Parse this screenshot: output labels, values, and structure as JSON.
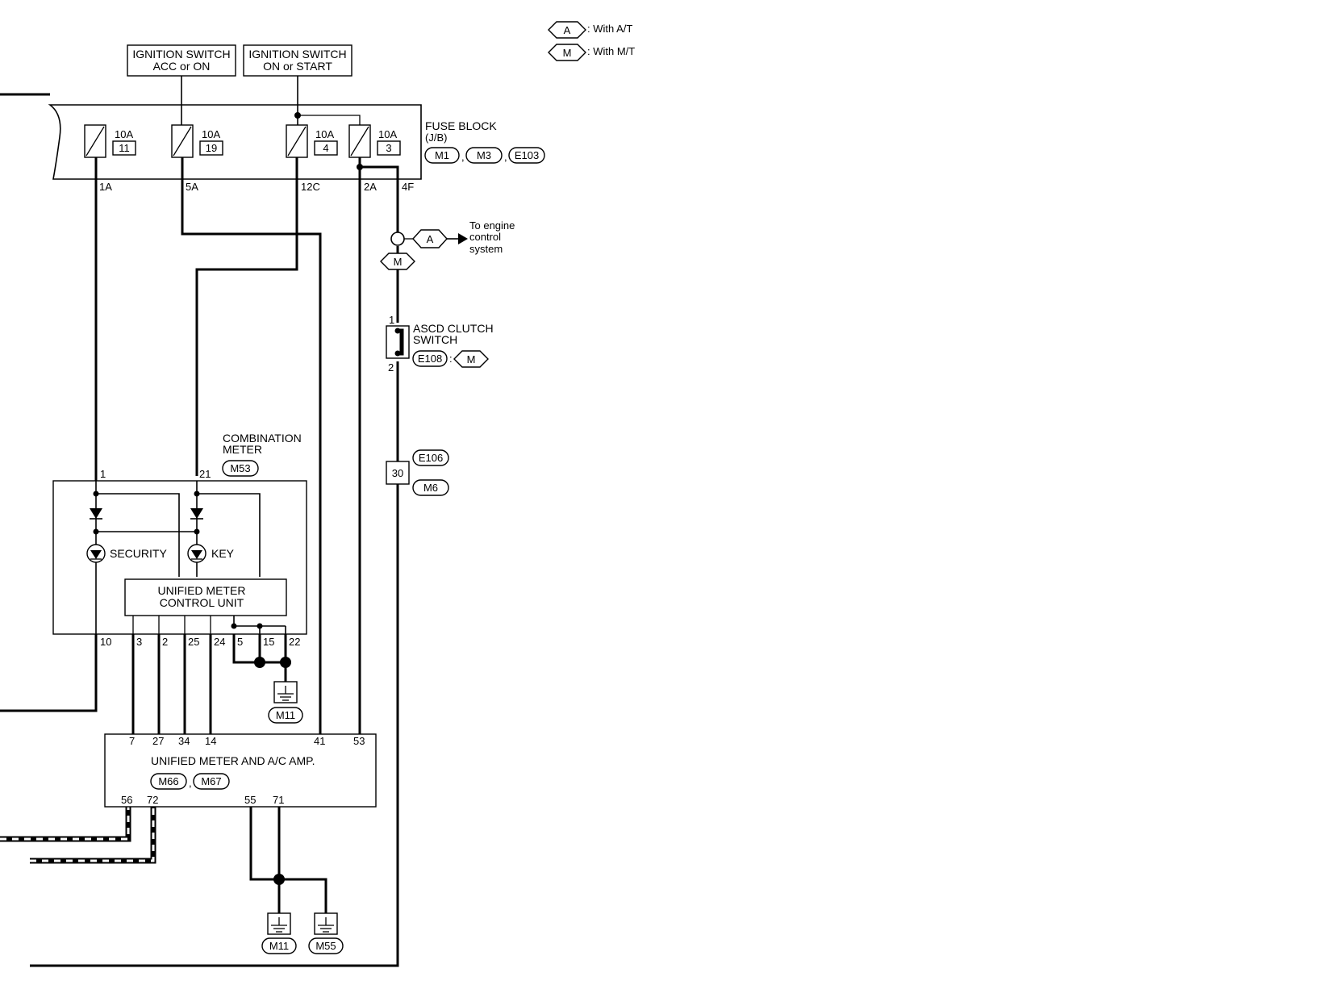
{
  "legend": {
    "at": {
      "code": "A",
      "text": ": With A/T"
    },
    "mt": {
      "code": "M",
      "text": ": With M/T"
    }
  },
  "sources": {
    "acc_on": {
      "line1": "IGNITION SWITCH",
      "line2": "ACC or ON"
    },
    "on_start": {
      "line1": "IGNITION SWITCH",
      "line2": "ON or START"
    }
  },
  "fuse_block": {
    "title": "FUSE BLOCK",
    "subtitle": "(J/B)",
    "connectors": [
      "M1",
      "M3",
      "E103"
    ],
    "fuses": [
      {
        "rating": "10A",
        "number": "11",
        "terminal": "1A"
      },
      {
        "rating": "10A",
        "number": "19",
        "terminal": "5A"
      },
      {
        "rating": "10A",
        "number": "4",
        "terminal": "12C"
      },
      {
        "rating": "10A",
        "number": "3",
        "terminal": "2A"
      }
    ],
    "extra_terminal": "4F"
  },
  "engine_branch": {
    "code_a": "A",
    "code_m": "M",
    "label": [
      "To engine",
      "control",
      "system"
    ]
  },
  "ascd_switch": {
    "line1": "ASCD CLUTCH",
    "line2": "SWITCH",
    "pin_top": "1",
    "pin_bottom": "2",
    "connector": "E108",
    "variant": "M"
  },
  "joint_connector": {
    "pin": "30",
    "top": "E106",
    "bottom": "M6"
  },
  "combination_meter": {
    "line1": "COMBINATION",
    "line2": "METER",
    "connector": "M53",
    "pin_1": "1",
    "pin_21": "21",
    "security": "SECURITY",
    "key": "KEY",
    "control_unit": {
      "line1": "UNIFIED METER",
      "line2": "CONTROL UNIT"
    },
    "bottom_pins": [
      "10",
      "3",
      "2",
      "25",
      "24",
      "5",
      "15",
      "22"
    ],
    "ground": "M11"
  },
  "amp": {
    "title": "UNIFIED METER AND A/C AMP.",
    "connectors": [
      "M66",
      "M67"
    ],
    "top_pins": [
      "7",
      "27",
      "34",
      "14",
      "41",
      "53"
    ],
    "bottom_pins": [
      "56",
      "72",
      "55",
      "71"
    ],
    "grounds": [
      "M11",
      "M55"
    ]
  },
  "separator": ","
}
